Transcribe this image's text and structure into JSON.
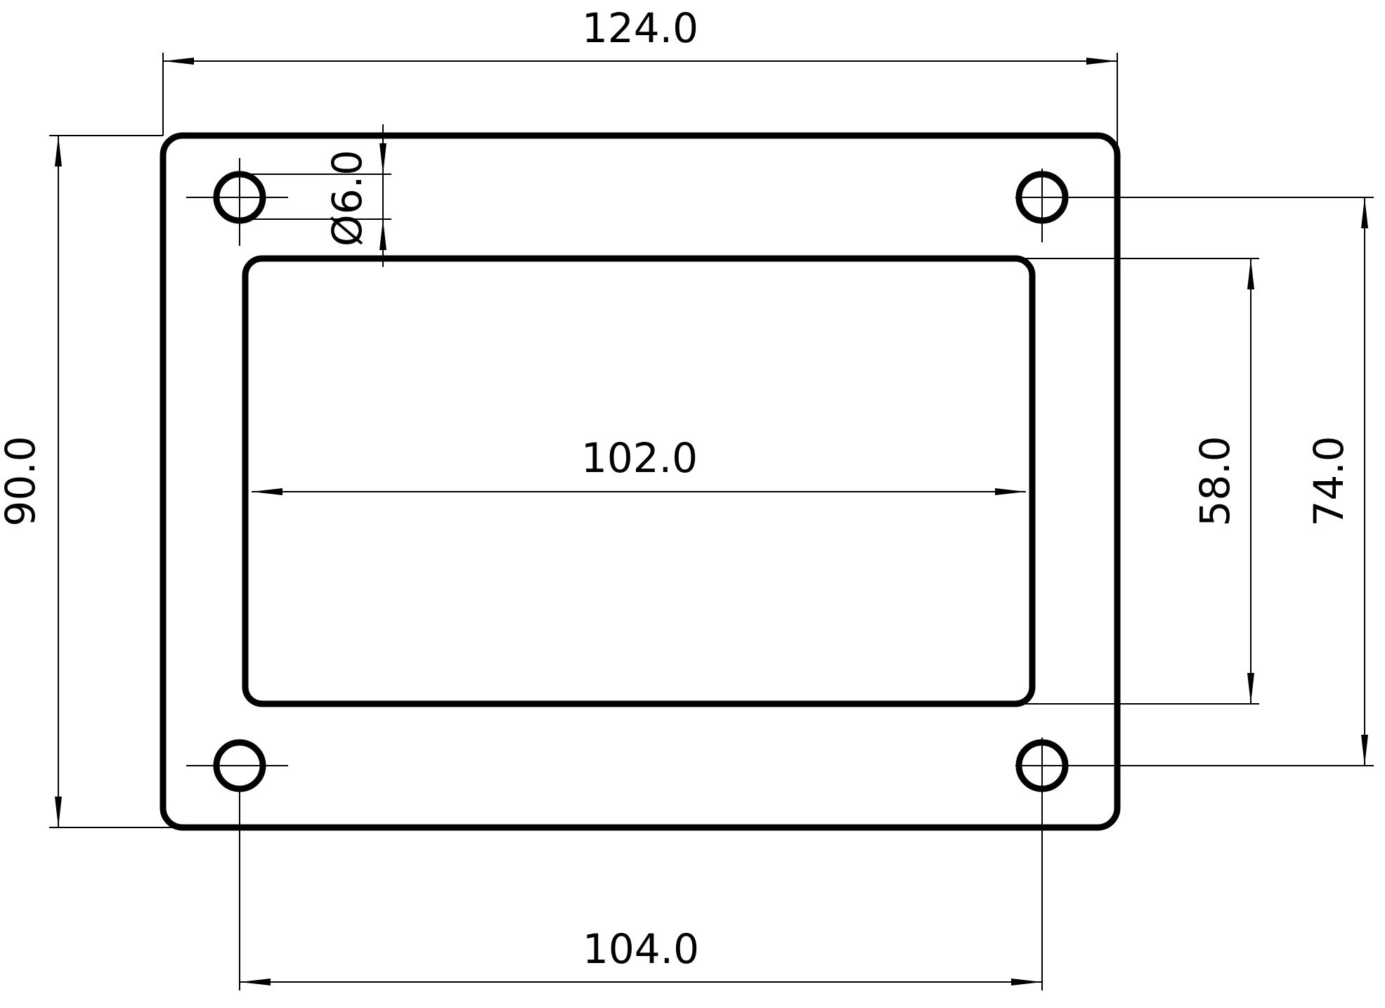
{
  "dimensions": {
    "overall_width": "124.0",
    "overall_height": "90.0",
    "cutout_width": "102.0",
    "cutout_height": "58.0",
    "hole_spacing_x": "104.0",
    "hole_spacing_y": "74.0",
    "hole_diameter": "Ø6.0"
  },
  "colors": {
    "line": "#000000",
    "background": "#ffffff"
  }
}
